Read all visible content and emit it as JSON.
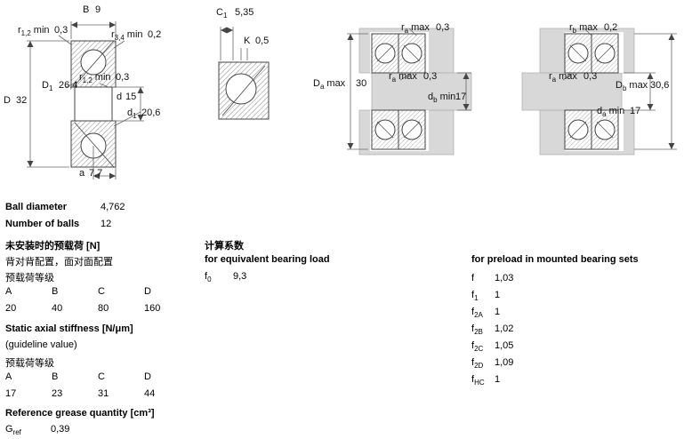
{
  "drawing1": {
    "b": {
      "base": "B",
      "value": "9"
    },
    "r12_top": {
      "base": "r",
      "sub": "1,2",
      "suffix": "min",
      "value": "0,3"
    },
    "r34": {
      "base": "r",
      "sub": "3,4",
      "suffix": "min",
      "value": "0,2"
    },
    "r12_in": {
      "base": "r",
      "sub": "1,2",
      "suffix": "min",
      "value": "0,3"
    },
    "d_cap1": {
      "base": "D",
      "sub": "1",
      "value": "26,4"
    },
    "d_small": {
      "base": "d",
      "value": "15"
    },
    "d_cap": {
      "base": "D",
      "value": "32"
    },
    "d_small1": {
      "base": "d",
      "sub": "1",
      "value": "20,6"
    },
    "a": {
      "base": "a",
      "value": "7,7"
    }
  },
  "drawing2": {
    "c1": {
      "base": "C",
      "sub": "1",
      "value": "5,35"
    },
    "k": {
      "base": "K",
      "value": "0,5"
    }
  },
  "drawing3": {
    "ra_top": {
      "base": "r",
      "sub": "a",
      "suffix": "max",
      "value": "0,3"
    },
    "ra_mid": {
      "base": "r",
      "sub": "a",
      "suffix": "max",
      "value": "0,3"
    },
    "da_max": {
      "base": "D",
      "sub": "a",
      "suffix": "max",
      "value": "30"
    },
    "db_min": {
      "base": "d",
      "sub": "b",
      "suffix": "min",
      "value": "17"
    }
  },
  "drawing4": {
    "rb_top": {
      "base": "r",
      "sub": "b",
      "suffix": "max",
      "value": "0,2"
    },
    "ra_mid": {
      "base": "r",
      "sub": "a",
      "suffix": "max",
      "value": "0,3"
    },
    "db_max": {
      "base": "D",
      "sub": "b",
      "suffix": "max",
      "value": "30,6"
    },
    "da_min": {
      "base": "d",
      "sub": "a",
      "suffix": "min",
      "value": "17"
    }
  },
  "info": {
    "ball_diameter_label": "Ball diameter",
    "ball_diameter_value": "4,762",
    "number_of_balls_label": "Number of balls",
    "number_of_balls_value": "12"
  },
  "preload_unmounted": {
    "title": "未安装时的预载荷 [N]",
    "subtitle": "背对背配置，面对面配置",
    "class_label": "预载荷等级",
    "headers": [
      "A",
      "B",
      "C",
      "D"
    ],
    "values": [
      "20",
      "40",
      "80",
      "160"
    ]
  },
  "stiffness": {
    "title": "Static axial stiffness [N/μm]",
    "subtitle": "(guideline value)",
    "class_label": "预载荷等级",
    "headers": [
      "A",
      "B",
      "C",
      "D"
    ],
    "values": [
      "17",
      "23",
      "31",
      "44"
    ]
  },
  "grease": {
    "title": "Reference grease quantity [cm³]",
    "label_base": "G",
    "label_sub": "ref",
    "value": "0,39"
  },
  "calc_factors": {
    "title": "计算系数",
    "equiv_heading": "for equivalent bearing load",
    "f0": {
      "base": "f",
      "sub": "0",
      "value": "9,3"
    }
  },
  "preload_factors": {
    "heading": "for preload in mounted bearing sets",
    "rows": [
      {
        "base": "f",
        "sub": "",
        "value": "1,03"
      },
      {
        "base": "f",
        "sub": "1",
        "value": "1"
      },
      {
        "base": "f",
        "sub": "2A",
        "value": "1"
      },
      {
        "base": "f",
        "sub": "2B",
        "value": "1,02"
      },
      {
        "base": "f",
        "sub": "2C",
        "value": "1,05"
      },
      {
        "base": "f",
        "sub": "2D",
        "value": "1,09"
      },
      {
        "base": "f",
        "sub": "HC",
        "value": "1"
      }
    ]
  }
}
